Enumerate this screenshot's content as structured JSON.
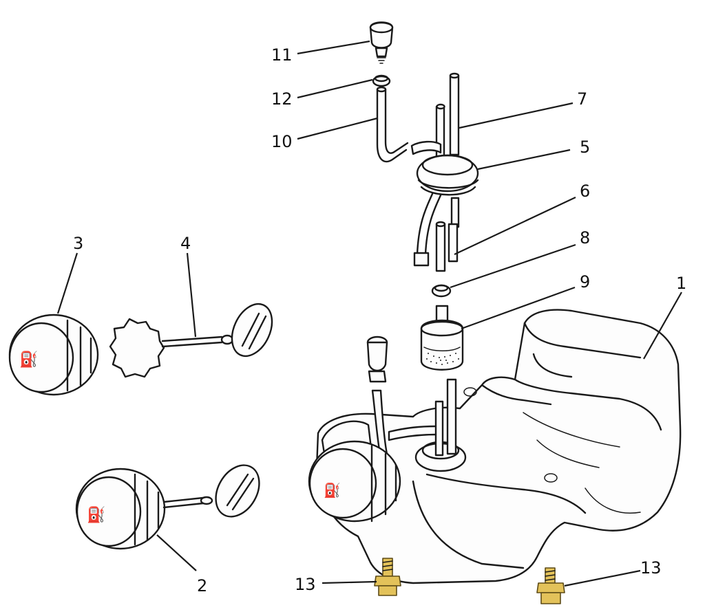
{
  "diagram": {
    "callouts": {
      "c1": "1",
      "c2": "2",
      "c3": "3",
      "c4": "4",
      "c5": "5",
      "c6": "6",
      "c7": "7",
      "c8": "8",
      "c9": "9",
      "c10": "10",
      "c11": "11",
      "c12": "12",
      "c13a": "13",
      "c13b": "13"
    },
    "colors": {
      "line": "#1a1a1a",
      "bolt": "#e3c25a",
      "background": "#ffffff"
    }
  }
}
